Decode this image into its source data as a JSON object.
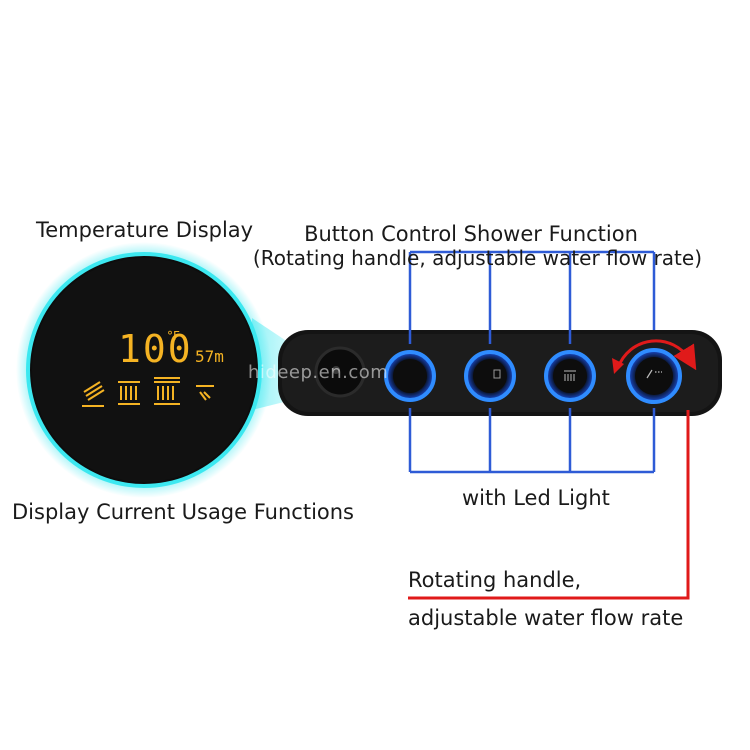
{
  "labels": {
    "temperature_display": "Temperature Display",
    "display_usage": "Display Current Usage Functions",
    "button_control_line1": "Button Control Shower Function",
    "button_control_line2": "(Rotating handle, adjustable water flow rate)",
    "led_light": "with Led Light",
    "rotating_line1": "Rotating handle,",
    "rotating_line2": "adjustable water flow rate"
  },
  "display": {
    "temperature": "100",
    "unit": "°F",
    "time": "57m"
  },
  "watermark": "hideep.en.com",
  "colors": {
    "blue_bracket": "#2e5bd6",
    "red_arrow": "#e01a1a",
    "led_ring": "#2f8cff",
    "digit_amber": "#f5b323",
    "panel": "#141414",
    "cyan_glow": "#3ce8f0"
  },
  "icons": {
    "mode_icons": [
      "hand-shower-icon",
      "rain-shower-icon",
      "overhead-shower-icon",
      "spout-icon"
    ],
    "button_icons": [
      "rain-shower-icon",
      "hand-shower-icon",
      "overhead-shower-icon",
      "handle-spout-icon"
    ]
  }
}
